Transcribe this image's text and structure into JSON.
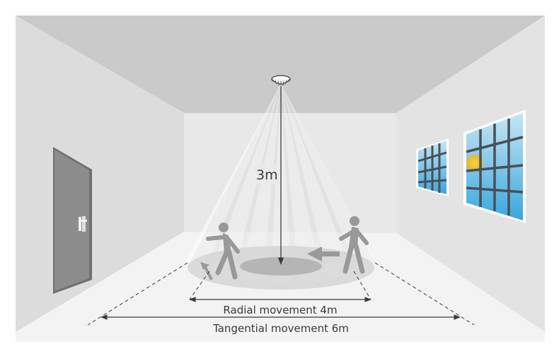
{
  "labels": {
    "height": "3m",
    "radial": "Radial movement 4m",
    "tangential": "Tangential movement 6m"
  },
  "icons": {
    "sensor": "ceiling-sensor-icon",
    "door": "door-icon",
    "window": "window-icon",
    "person": "person-icon",
    "sun": "sun-icon"
  },
  "colors": {
    "ceiling": "#c9c9c9",
    "wall_back": "#e9e9e9",
    "wall_left": "#dedede",
    "wall_right": "#e4e4e4",
    "floor": "#f4f4f4",
    "door": "#8e8e8e",
    "person": "#9a9a9a",
    "sky_top": "#bfe2f2",
    "sky_bottom": "#3aa6de",
    "sun": "#f2c230",
    "line": "#3a3a3a"
  }
}
